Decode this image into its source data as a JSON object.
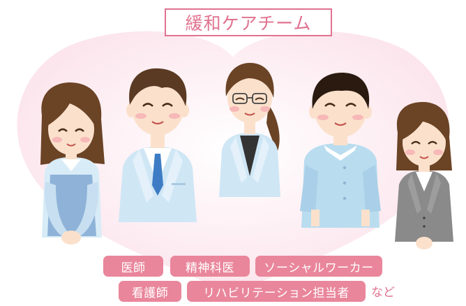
{
  "title": "緩和ケアチーム",
  "roles_row1": [
    "医師",
    "精神科医",
    "ソーシャルワーカー"
  ],
  "roles_row2": [
    "看護師",
    "リハビリテーション担当者"
  ],
  "suffix": "など",
  "colors": {
    "heart": "#fde9ef",
    "accent": "#e0728f",
    "pill": "#e9869b",
    "uniform": "#b9dcef",
    "skin": "#fbe1cc",
    "hair": "#6b4325"
  },
  "people": [
    {
      "role": "nurse",
      "icon": "nurse-woman-icon"
    },
    {
      "role": "doctor",
      "icon": "doctor-man-icon"
    },
    {
      "role": "psychiatrist",
      "icon": "psychiatrist-woman-icon"
    },
    {
      "role": "rehabilitation-staff",
      "icon": "therapist-man-icon"
    },
    {
      "role": "social-worker",
      "icon": "social-worker-woman-icon"
    }
  ]
}
